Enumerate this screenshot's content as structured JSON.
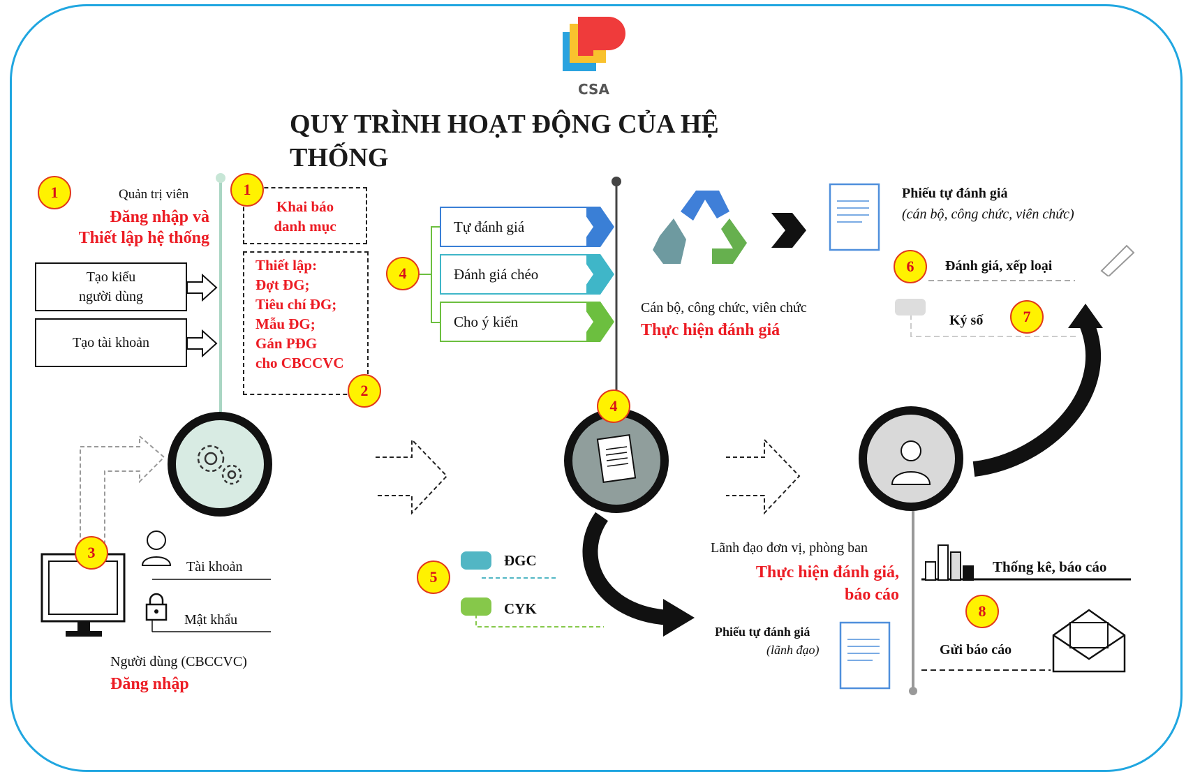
{
  "logo": {
    "text": "CSA"
  },
  "title": {
    "line1": "QUY TRÌNH HOẠT ĐỘNG CỦA HỆ",
    "line2": "THỐNG"
  },
  "admin": {
    "badge": "1",
    "role": "Quản trị viên",
    "action_line1": "Đăng nhập và",
    "action_line2": "Thiết lập hệ thống",
    "create_user_type_line1": "Tạo kiểu",
    "create_user_type_line2": "người dùng",
    "create_account": "Tạo tài khoản"
  },
  "catalog": {
    "badge": "1",
    "line1": "Khai báo",
    "line2": "danh mục"
  },
  "setup": {
    "badge": "2",
    "lines": [
      "Thiết lập:",
      "Đợt ĐG;",
      "Tiêu chí ĐG;",
      "Mẫu ĐG;",
      "Gán PĐG",
      "cho CBCCVC"
    ]
  },
  "user": {
    "badge": "3",
    "account": "Tài khoản",
    "password": "Mật khẩu",
    "role": "Người dùng (CBCCVC)",
    "action": "Đăng nhập"
  },
  "evaluation_types": {
    "badge": "4",
    "items": [
      "Tự đánh giá",
      "Đánh giá chéo",
      "Cho ý kiến"
    ],
    "colors": [
      "#3a7fd6",
      "#3fb6c8",
      "#6cbf3f"
    ]
  },
  "staff": {
    "role": "Cán bộ, công chức, viên chức",
    "action": "Thực hiện đánh giá"
  },
  "center_badge": "4",
  "self_form": {
    "title": "Phiếu tự đánh giá",
    "subtitle": "(cán bộ, công chức, viên chức)"
  },
  "grading": {
    "badge": "6",
    "label": "Đánh giá, xếp loại"
  },
  "signing": {
    "badge": "7",
    "label": "Ký số"
  },
  "feedback": {
    "badge": "5",
    "item1": "ĐGC",
    "item2": "CYK",
    "color1": "#52b6c4",
    "color2": "#86c84a"
  },
  "leader": {
    "role": "Lãnh đạo đơn vị, phòng ban",
    "action_line1": "Thực hiện đánh giá,",
    "action_line2": "báo cáo"
  },
  "leader_form": {
    "title": "Phiếu tự đánh giá",
    "subtitle": "(lãnh đạo)"
  },
  "reports": {
    "badge": "8",
    "stats": "Thống kê, báo cáo",
    "send": "Gửi báo cáo"
  }
}
